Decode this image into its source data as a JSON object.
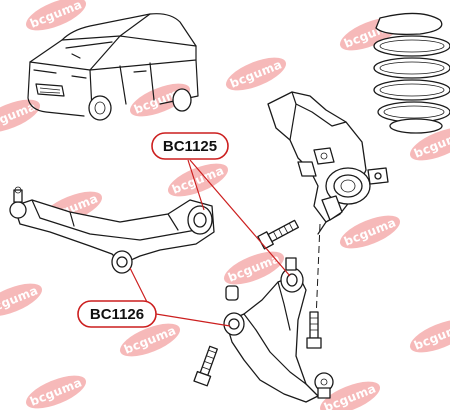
{
  "callouts": [
    {
      "id": "upper",
      "label": "BC1125"
    },
    {
      "id": "lower",
      "label": "BC1126"
    }
  ],
  "watermark": {
    "text": "bcguma",
    "color": "#f08080"
  },
  "colors": {
    "callout_border": "#cc1f1f",
    "leader_line": "#cc1f1f",
    "ink": "#1a1a1a"
  },
  "illustrations": [
    "car-icon",
    "coil-spring-icon",
    "wheel-knuckle-icon",
    "control-arm-icon",
    "bushing-icon",
    "bolt-icon",
    "ball-joint-icon"
  ]
}
